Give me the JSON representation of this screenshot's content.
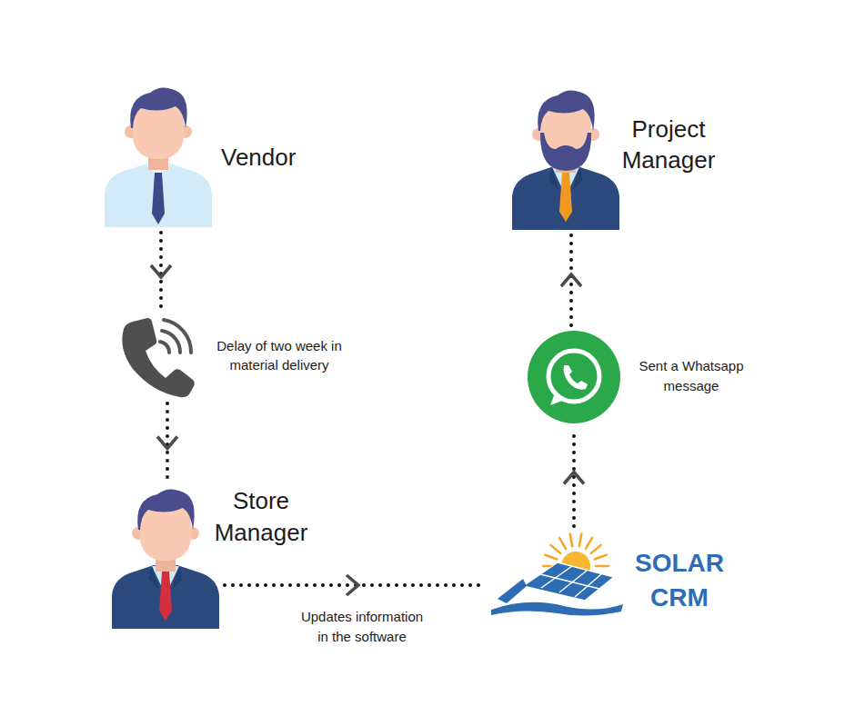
{
  "diagram": {
    "nodes": [
      {
        "text": [
          "Vendor"
        ]
      },
      {
        "text": [
          "Project Manager"
        ]
      },
      {
        "text": [
          "Delay of two week in material delivery"
        ]
      },
      {
        "text": [
          "Sent a Whatsapp message"
        ]
      },
      {
        "text": [
          "Store Manager"
        ]
      },
      {
        "text": [
          "SOLAR CRM"
        ]
      }
    ],
    "edges": [
      {
        "from": 0,
        "to": 2,
        "arrow": "to"
      },
      {
        "from": 2,
        "to": 4,
        "arrow": "to"
      },
      {
        "from": 4,
        "to": 5,
        "label": "Updates information in the software",
        "arrow": "to"
      },
      {
        "from": 5,
        "to": 3,
        "arrow": "to"
      },
      {
        "from": 3,
        "to": 1,
        "arrow": "to"
      }
    ]
  }
}
